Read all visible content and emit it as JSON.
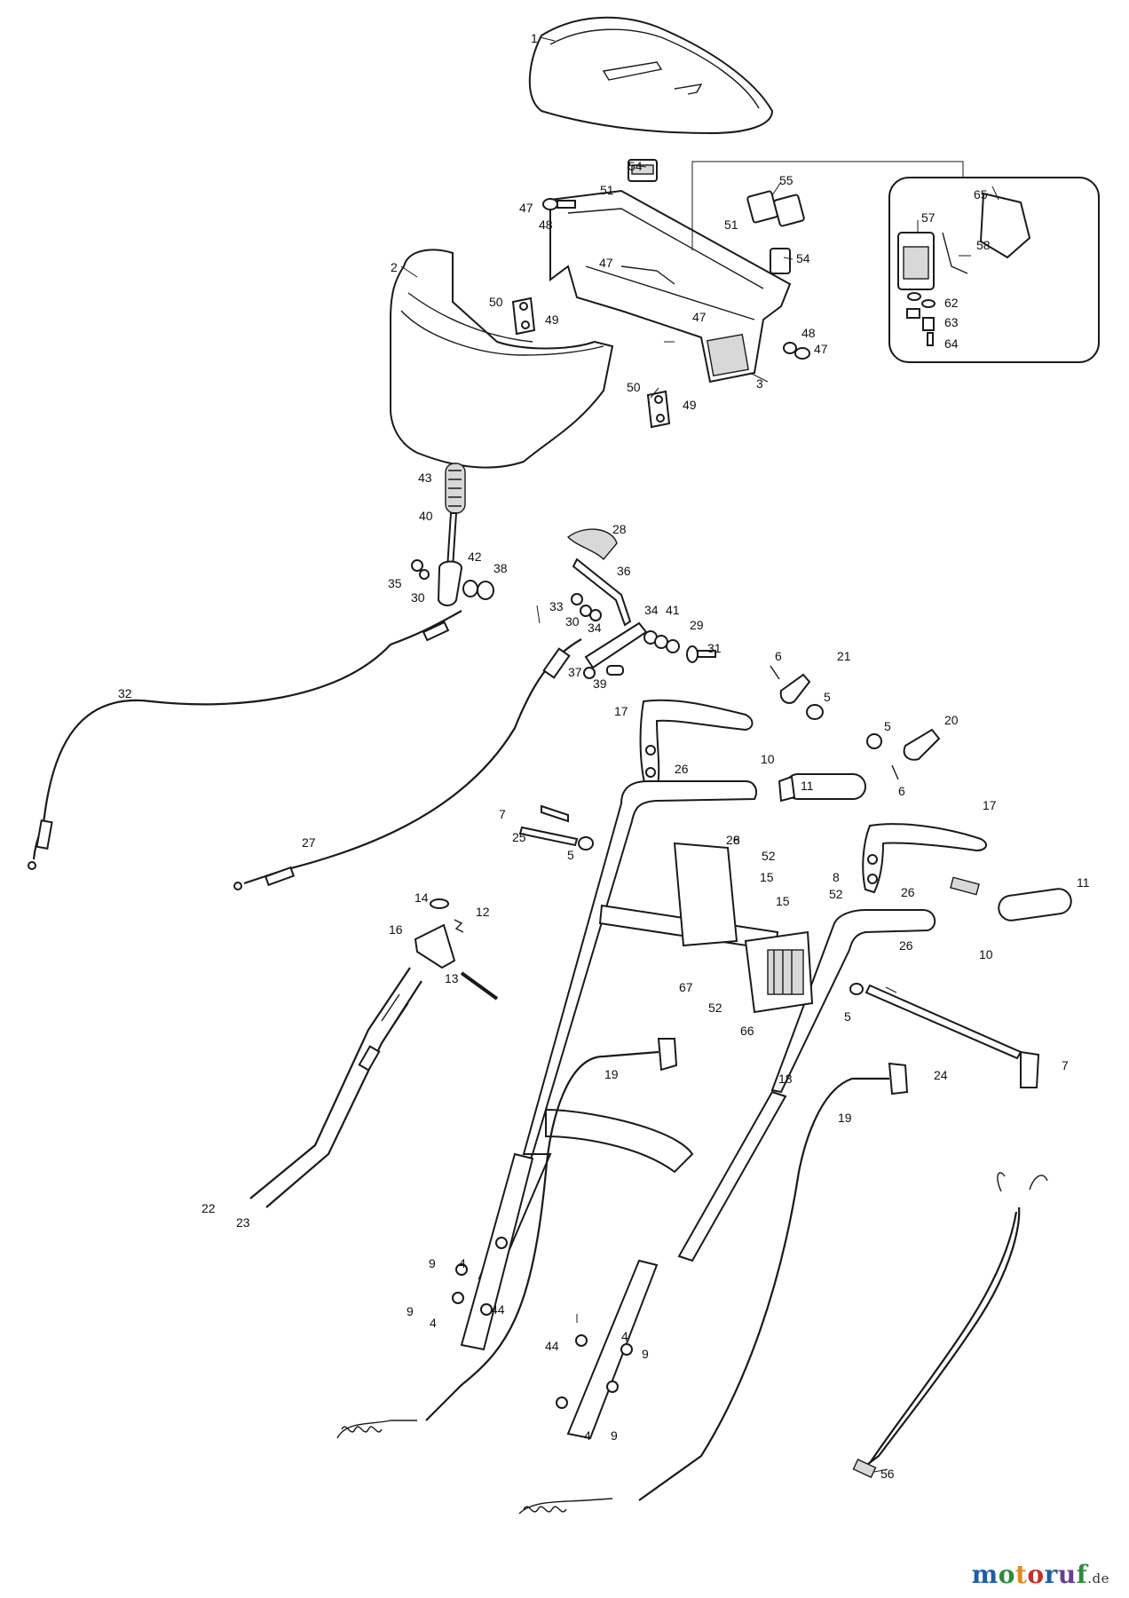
{
  "diagram": {
    "labels": {
      "p1": "1",
      "p2": "2",
      "p3": "3",
      "p47a": "47",
      "p48a": "48",
      "p51a": "51",
      "p54a": "54",
      "p55": "55",
      "p51b": "51",
      "p54b": "54",
      "p47b": "47",
      "p47c": "47",
      "p48b": "48",
      "p47d": "47",
      "p50a": "50",
      "p49a": "49",
      "p50b": "50",
      "p49b": "49",
      "p65": "65",
      "p57": "57",
      "p58": "58",
      "p62": "62",
      "p63": "63",
      "p64": "64",
      "p43": "43",
      "p40": "40",
      "p35": "35",
      "p30a": "30",
      "p42": "42",
      "p38": "38",
      "p28": "28",
      "p36": "36",
      "p33": "33",
      "p30b": "30",
      "p34a": "34",
      "p34b": "34",
      "p41": "41",
      "p29": "29",
      "p31": "31",
      "p37": "37",
      "p39": "39",
      "p32": "32",
      "p27": "27",
      "p6a": "6",
      "p21": "21",
      "p5a": "5",
      "p17a": "17",
      "p10a": "10",
      "p26a": "26",
      "p5b": "5",
      "p20": "20",
      "p6b": "6",
      "p7a": "7",
      "p25": "25",
      "p5c": "5",
      "p11a": "11",
      "p17b": "17",
      "p26b": "26",
      "p8a": "8",
      "p52a": "52",
      "p15a": "15",
      "p8b": "8",
      "p15b": "15",
      "p52b": "52",
      "p26c": "26",
      "p11b": "11",
      "p14": "14",
      "p12": "12",
      "p16": "16",
      "p13": "13",
      "p26d": "26",
      "p10b": "10",
      "p67": "67",
      "p52c": "52",
      "p66": "66",
      "p5d": "5",
      "p19a": "19",
      "p18": "18",
      "p24": "24",
      "p7b": "7",
      "p19b": "19",
      "p22": "22",
      "p23": "23",
      "p9a": "9",
      "p4a": "4",
      "p9b": "9",
      "p4b": "4",
      "p44a": "44",
      "p44b": "44",
      "p4c": "4",
      "p9c": "9",
      "p4d": "4",
      "p9d": "9",
      "p56": "56"
    }
  },
  "watermark": {
    "brand": "motoruf",
    "suffix": ".de"
  },
  "colors": {
    "brand_letters": [
      "#1f5fa8",
      "#2e8b3d",
      "#e08a1e",
      "#c0302b",
      "#1f5fa8",
      "#6a3d9a",
      "#2e8b3d"
    ]
  }
}
